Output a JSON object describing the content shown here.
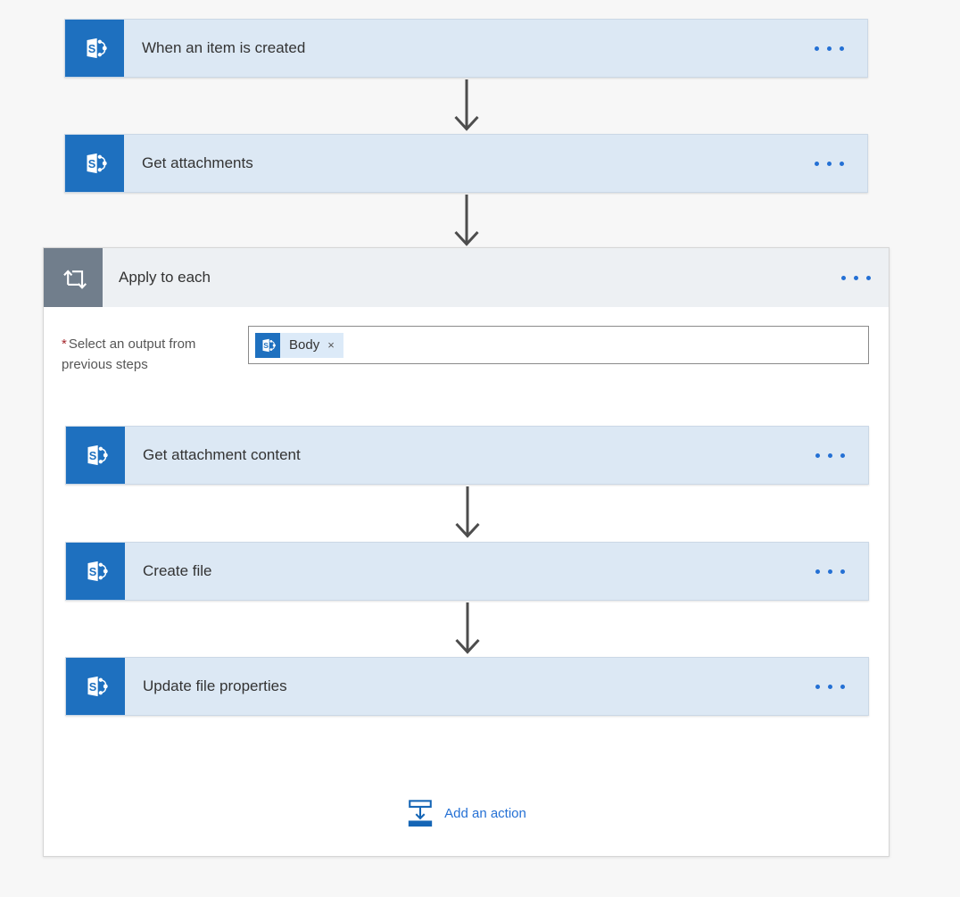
{
  "colors": {
    "sharepoint_blue": "#1e70bf",
    "scope_icon_gray": "#717e8c",
    "accent_blue": "#2470d4",
    "card_background": "#dce8f4",
    "page_background": "#f7f7f7",
    "required_marker_red": "#a4262c"
  },
  "trigger_card": {
    "title": "When an item is created"
  },
  "action_cards": {
    "get_attachments": {
      "title": "Get attachments"
    },
    "get_attachment_content": {
      "title": "Get attachment content"
    },
    "create_file": {
      "title": "Create file"
    },
    "update_file_properties": {
      "title": "Update file properties"
    }
  },
  "apply_to_each": {
    "title": "Apply to each",
    "required_marker": "*",
    "select_output_label": "Select an output from previous steps",
    "selected_token": {
      "text": "Body",
      "remove": "×"
    },
    "add_action_label": "Add an action"
  }
}
